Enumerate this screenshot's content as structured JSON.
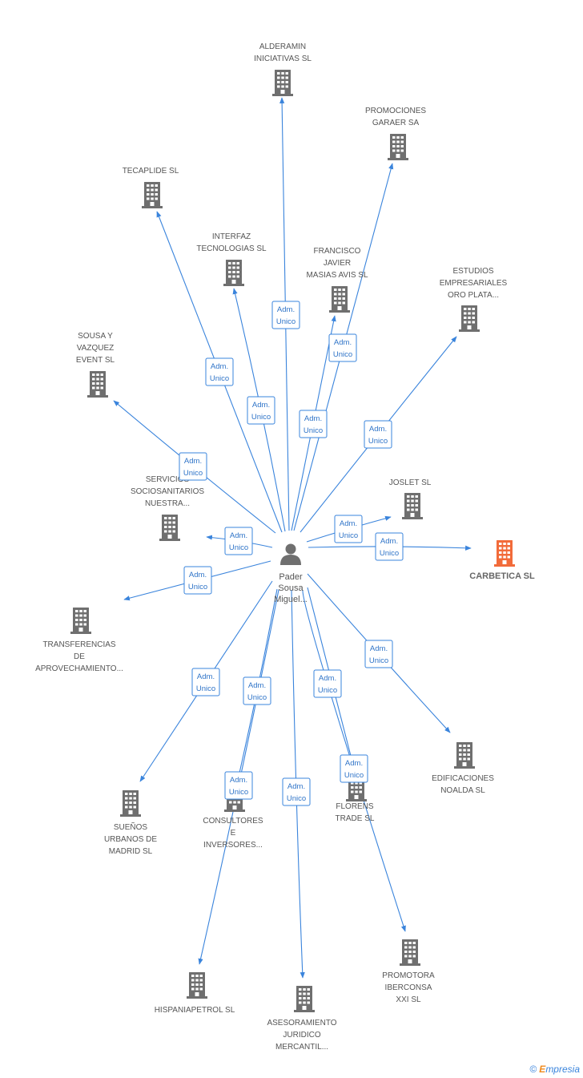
{
  "center": {
    "name_lines": [
      "Pader",
      "Sousa",
      "Miguel..."
    ],
    "icon": "person-icon"
  },
  "companies": [
    {
      "id": "alderamin",
      "label_lines": [
        "ALDERAMIN",
        "INICIATIVAS SL"
      ],
      "icon": "building-icon",
      "highlight": false
    },
    {
      "id": "garaer",
      "label_lines": [
        "PROMOCIONES",
        "GARAER SA"
      ],
      "icon": "building-icon",
      "highlight": false
    },
    {
      "id": "tecaplide",
      "label_lines": [
        "TECAPLIDE SL"
      ],
      "icon": "building-icon",
      "highlight": false
    },
    {
      "id": "interfaz",
      "label_lines": [
        "INTERFAZ",
        "TECNOLOGIAS SL"
      ],
      "icon": "building-icon",
      "highlight": false
    },
    {
      "id": "masias",
      "label_lines": [
        "FRANCISCO",
        "JAVIER",
        "MASIAS AVIS SL"
      ],
      "icon": "building-icon",
      "highlight": false
    },
    {
      "id": "oroplata",
      "label_lines": [
        "ESTUDIOS",
        "EMPRESARIALES",
        "ORO PLATA..."
      ],
      "icon": "building-icon",
      "highlight": false
    },
    {
      "id": "sousavazquez",
      "label_lines": [
        "SOUSA Y",
        "VAZQUEZ",
        "EVENT SL"
      ],
      "icon": "building-icon",
      "highlight": false
    },
    {
      "id": "servicios",
      "label_lines": [
        "SERVICIOS",
        "SOCIOSANITARIOS",
        "NUESTRA..."
      ],
      "icon": "building-icon",
      "highlight": false
    },
    {
      "id": "joslet",
      "label_lines": [
        "JOSLET SL"
      ],
      "icon": "building-icon",
      "highlight": false
    },
    {
      "id": "carbetica",
      "label_lines": [
        "CARBETICA SL"
      ],
      "icon": "building-icon",
      "highlight": true
    },
    {
      "id": "transferencias",
      "label_lines": [
        "TRANSFERENCIAS",
        "DE",
        "APROVECHAMIENTO..."
      ],
      "icon": "building-icon",
      "highlight": false
    },
    {
      "id": "noalda",
      "label_lines": [
        "EDIFICACIONES",
        "NOALDA SL"
      ],
      "icon": "building-icon",
      "highlight": false
    },
    {
      "id": "suenos",
      "label_lines": [
        "SUEÑOS",
        "URBANOS DE",
        "MADRID SL"
      ],
      "icon": "building-icon",
      "highlight": false
    },
    {
      "id": "consultores",
      "label_lines": [
        "CONSULTORES",
        "E",
        "INVERSORES..."
      ],
      "icon": "building-icon",
      "highlight": false
    },
    {
      "id": "florens",
      "label_lines": [
        "FLORENS",
        "TRADE SL"
      ],
      "icon": "building-icon",
      "highlight": false
    },
    {
      "id": "iberconsa",
      "label_lines": [
        "PROMOTORA",
        "IBERCONSA",
        "XXI SL"
      ],
      "icon": "building-icon",
      "highlight": false
    },
    {
      "id": "hispaniapetrol",
      "label_lines": [
        "HISPANIAPETROL SL"
      ],
      "icon": "building-icon",
      "highlight": false
    },
    {
      "id": "asesoramiento",
      "label_lines": [
        "ASESORAMIENTO",
        "JURIDICO",
        "MERCANTIL..."
      ],
      "icon": "building-icon",
      "highlight": false
    }
  ],
  "relations": [
    {
      "target": "alderamin",
      "label_lines": [
        "Adm.",
        "Unico"
      ]
    },
    {
      "target": "garaer",
      "label_lines": [
        "Adm.",
        "Unico"
      ]
    },
    {
      "target": "tecaplide",
      "label_lines": [
        "Adm.",
        "Unico"
      ]
    },
    {
      "target": "interfaz",
      "label_lines": [
        "Adm.",
        "Unico"
      ]
    },
    {
      "target": "masias",
      "label_lines": [
        "Adm.",
        "Unico"
      ]
    },
    {
      "target": "oroplata",
      "label_lines": [
        "Adm.",
        "Unico"
      ]
    },
    {
      "target": "sousavazquez",
      "label_lines": [
        "Adm.",
        "Unico"
      ]
    },
    {
      "target": "servicios",
      "label_lines": [
        "Adm.",
        "Unico"
      ]
    },
    {
      "target": "joslet",
      "label_lines": [
        "Adm.",
        "Unico"
      ]
    },
    {
      "target": "carbetica",
      "label_lines": [
        "Adm.",
        "Unico"
      ]
    },
    {
      "target": "transferencias",
      "label_lines": [
        "Adm.",
        "Unico"
      ]
    },
    {
      "target": "noalda",
      "label_lines": [
        "Adm.",
        "Unico"
      ]
    },
    {
      "target": "suenos",
      "label_lines": [
        "Adm.",
        "Unico"
      ]
    },
    {
      "target": "consultores",
      "label_lines": [
        "Adm.",
        "Unico"
      ]
    },
    {
      "target": "florens",
      "label_lines": [
        "Adm.",
        "Unico"
      ]
    },
    {
      "target": "iberconsa",
      "label_lines": [
        "Adm.",
        "Unico"
      ]
    },
    {
      "target": "hispaniapetrol",
      "label_lines": [
        "Adm.",
        "Unico"
      ]
    },
    {
      "target": "asesoramiento",
      "label_lines": [
        "Adm.",
        "Unico"
      ]
    }
  ],
  "colors": {
    "edge": "#3a84dc",
    "building": "#6f6f6f",
    "building_highlight": "#f26b3a",
    "person": "#6f6f6f"
  },
  "footer": {
    "copyright": "©",
    "brand_initial": "E",
    "brand_rest": "mpresia"
  }
}
